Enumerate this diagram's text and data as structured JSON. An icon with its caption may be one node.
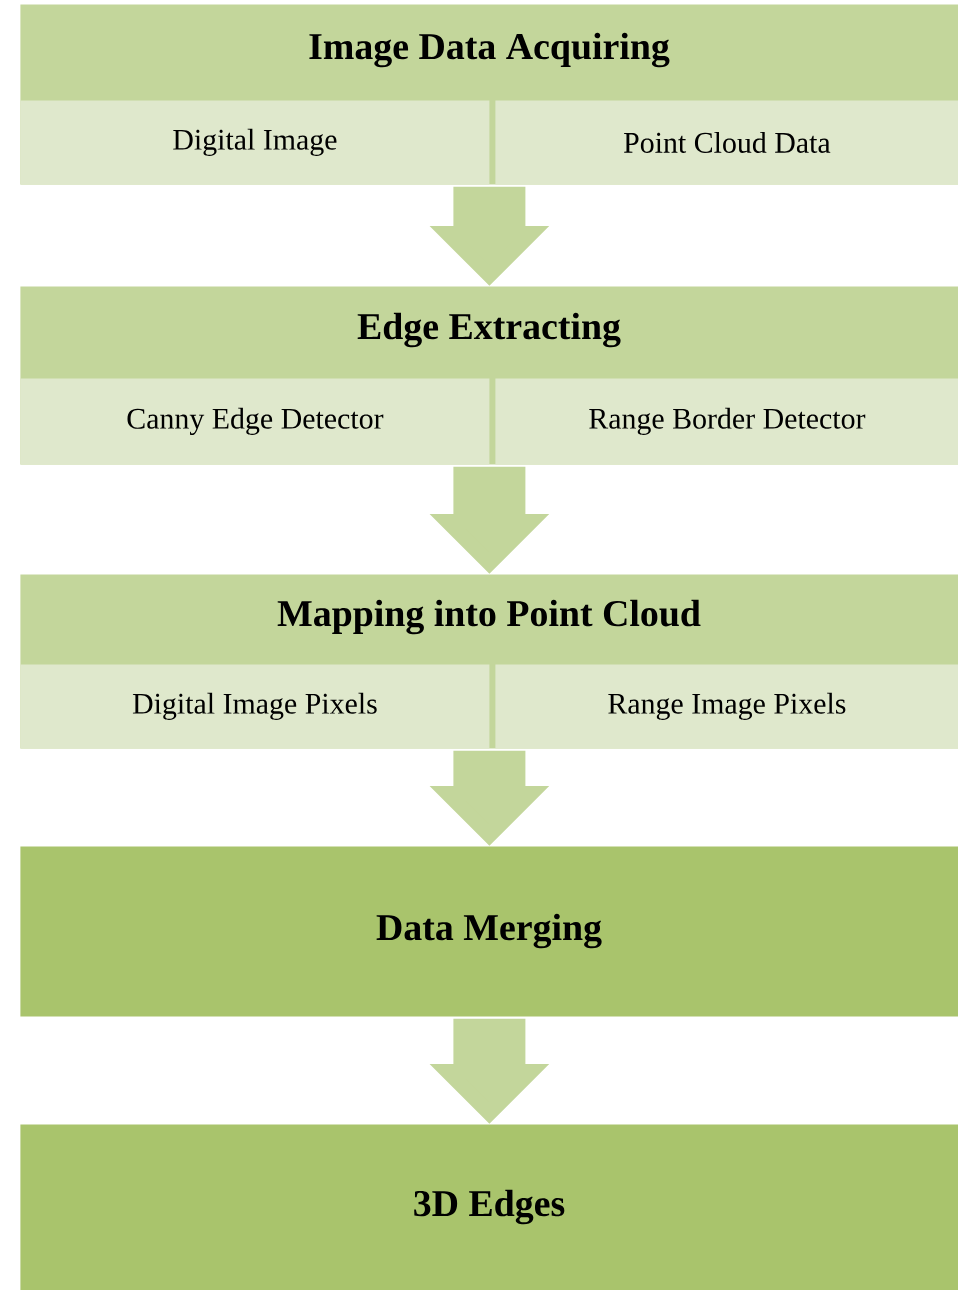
{
  "diagram": {
    "nodes": [
      {
        "text": [
          "Image Data Acquiring"
        ]
      },
      {
        "text": [
          "Digital Image"
        ],
        "in": 0
      },
      {
        "text": [
          "Point Cloud Data"
        ],
        "in": 0
      },
      {
        "text": [
          "Edge Extracting"
        ]
      },
      {
        "text": [
          "Canny Edge Detector"
        ],
        "in": 3
      },
      {
        "text": [
          "Range Border Detector"
        ],
        "in": 3
      },
      {
        "text": [
          "Mapping into Point Cloud"
        ]
      },
      {
        "text": [
          "Digital Image Pixels"
        ],
        "in": 6
      },
      {
        "text": [
          "Range Image Pixels"
        ],
        "in": 6
      },
      {
        "text": [
          "Data Merging"
        ]
      },
      {
        "text": [
          "3D Edges"
        ]
      }
    ],
    "edges": [
      {
        "from": 0,
        "to": 3,
        "arrow": "to"
      },
      {
        "from": 3,
        "to": 6,
        "arrow": "to"
      },
      {
        "from": 6,
        "to": 9,
        "arrow": "to"
      },
      {
        "from": 9,
        "to": 10,
        "arrow": "to"
      }
    ]
  }
}
